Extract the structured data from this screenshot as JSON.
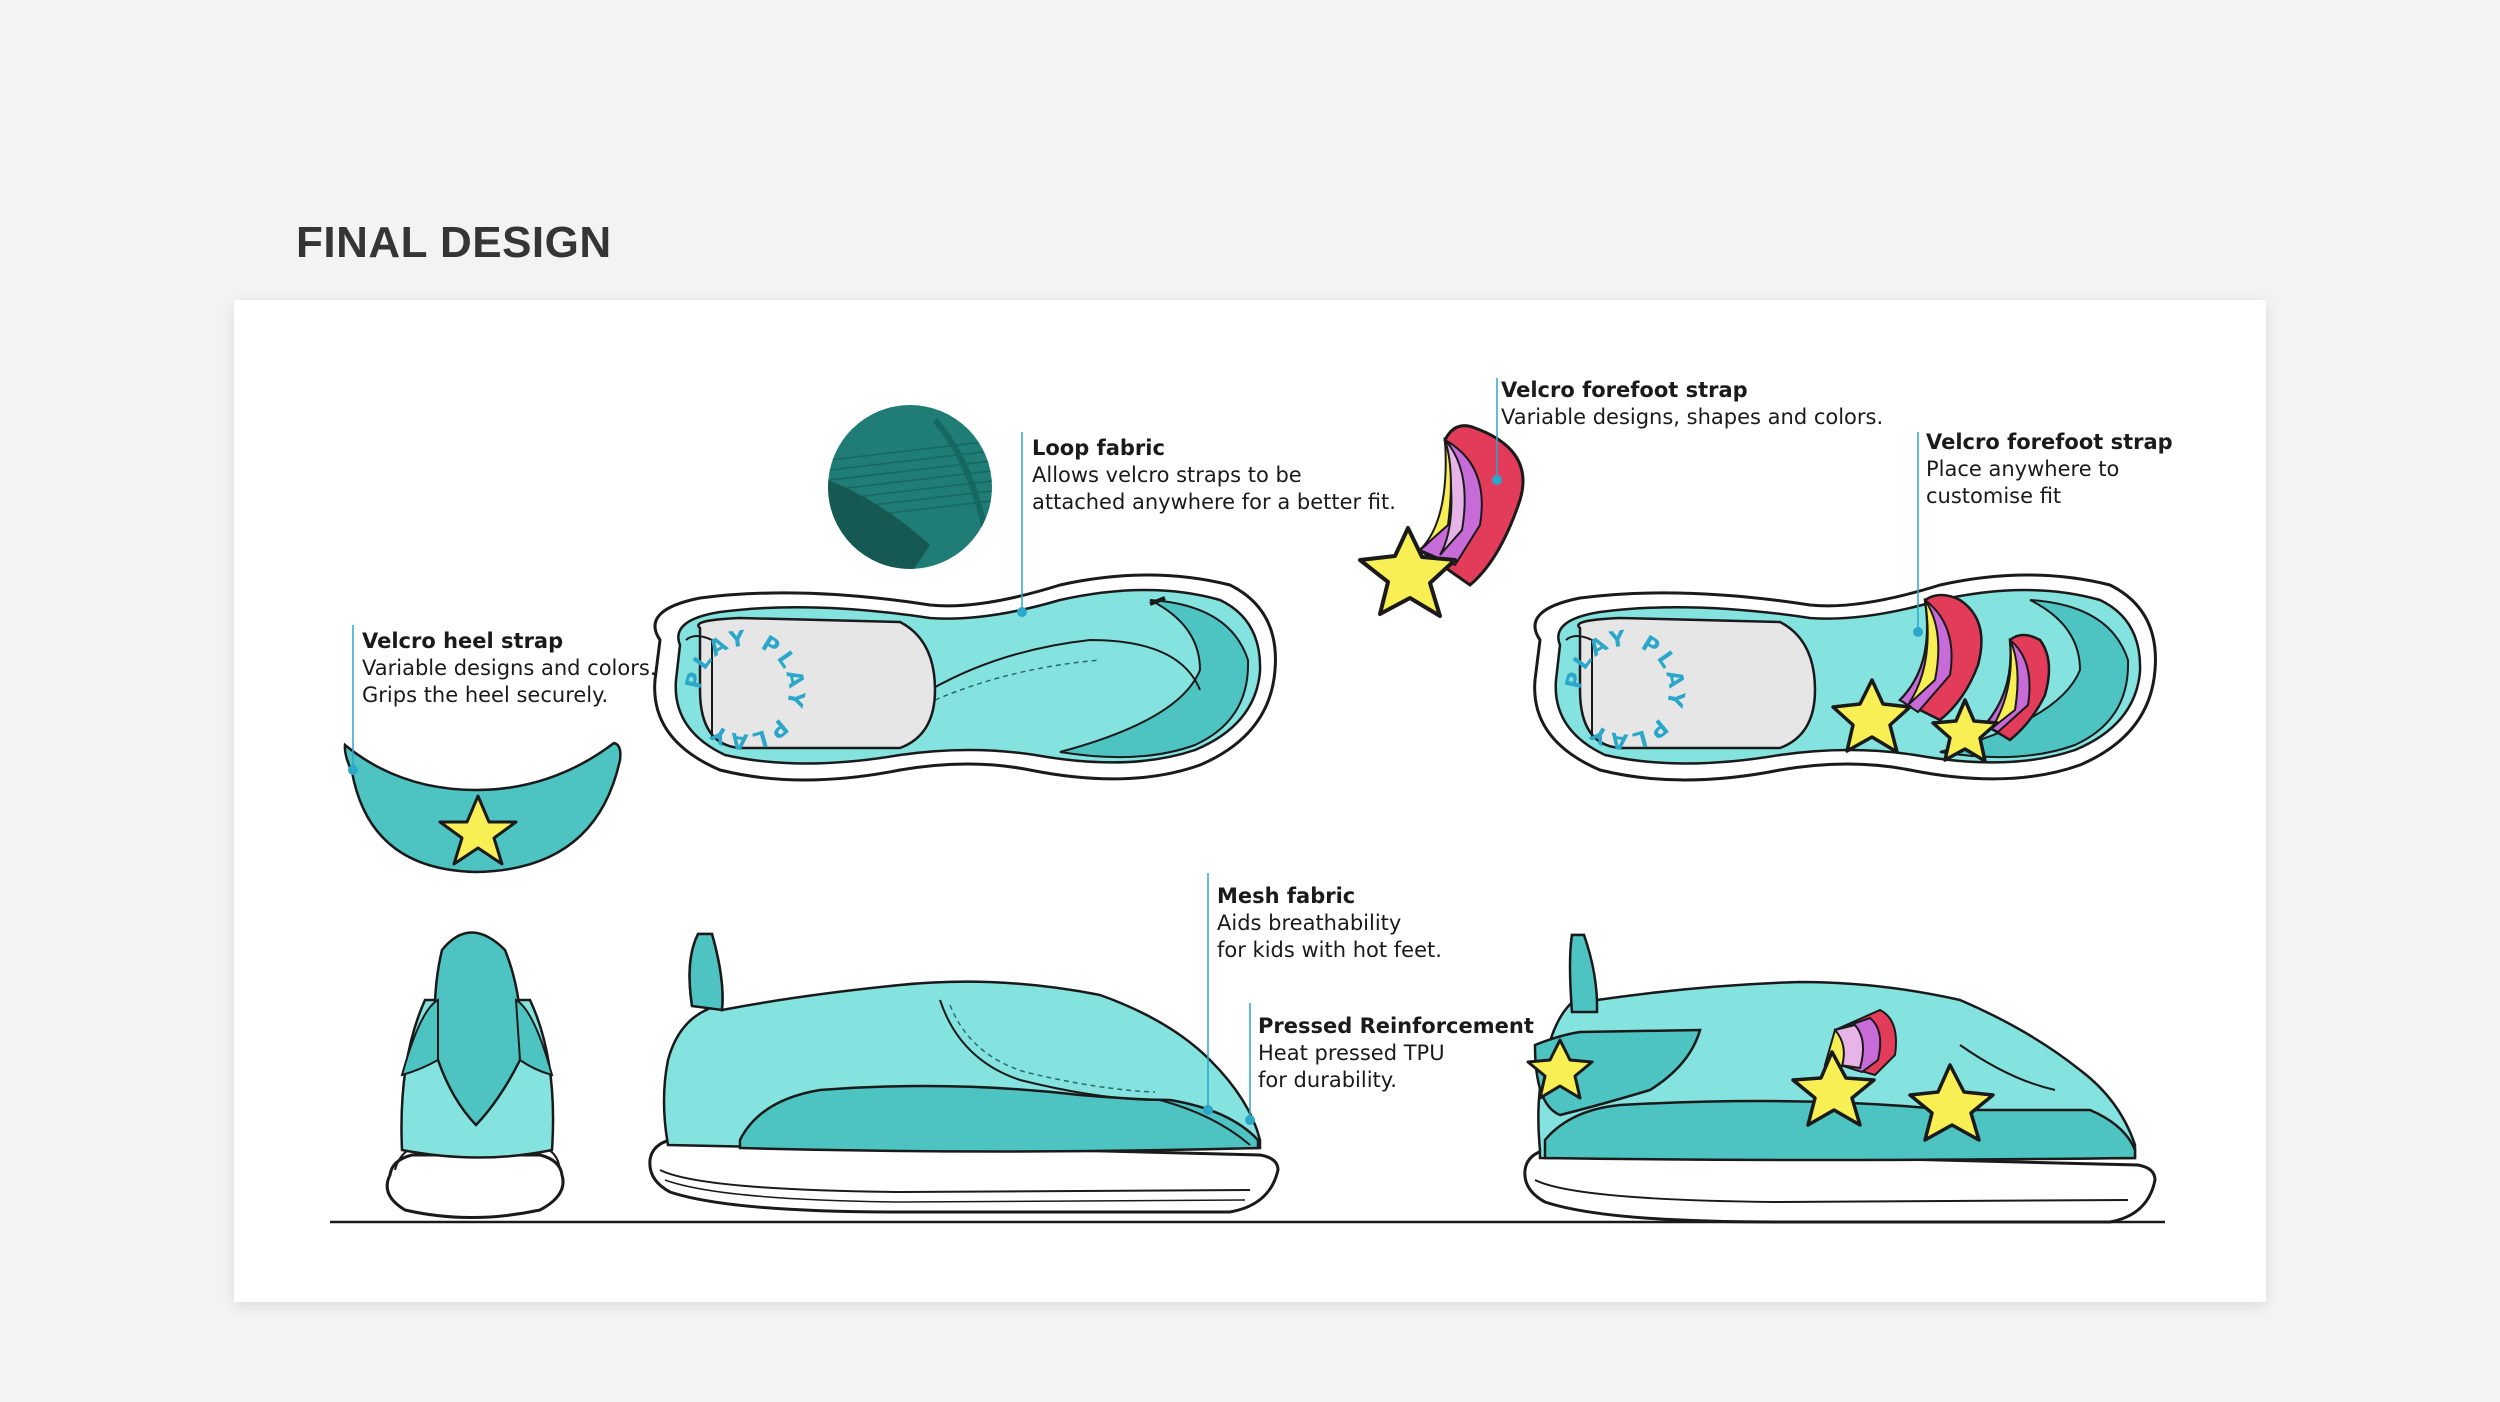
{
  "page": {
    "title": "FINAL DESIGN"
  },
  "logo": {
    "text": "PLAY PLAY PLAY"
  },
  "callouts": {
    "heel": {
      "heading": "Velcro heel strap",
      "text": "Variable designs and colors.\nGrips the heel securely."
    },
    "loop": {
      "heading": "Loop fabric",
      "text": "Allows velcro straps to be\nattached anywhere for a better fit."
    },
    "forefoot_strap": {
      "heading": "Velcro forefoot strap",
      "text": "Variable designs, shapes and colors."
    },
    "forefoot_place": {
      "heading": "Velcro forefoot strap",
      "text": "Place anywhere to\ncustomise fit"
    },
    "mesh": {
      "heading": "Mesh fabric",
      "text": "Aids breathability\nfor kids with hot feet."
    },
    "pressed": {
      "heading": "Pressed Reinforcement",
      "text": "Heat pressed TPU\nfor durability."
    }
  },
  "colors": {
    "background": "#f3f3f3",
    "card": "#ffffff",
    "teal_light": "#84e2df",
    "teal_mid": "#4ec4c2",
    "teal_dark": "#1f7d76",
    "star_yellow": "#f7ef53",
    "rainbow_yellow": "#f7ef53",
    "rainbow_pink": "#e6b4e6",
    "rainbow_purple": "#c76bd9",
    "rainbow_red": "#e23c5a",
    "insole_grey": "#e6e6e6",
    "callout_line": "#2aa7c9"
  }
}
